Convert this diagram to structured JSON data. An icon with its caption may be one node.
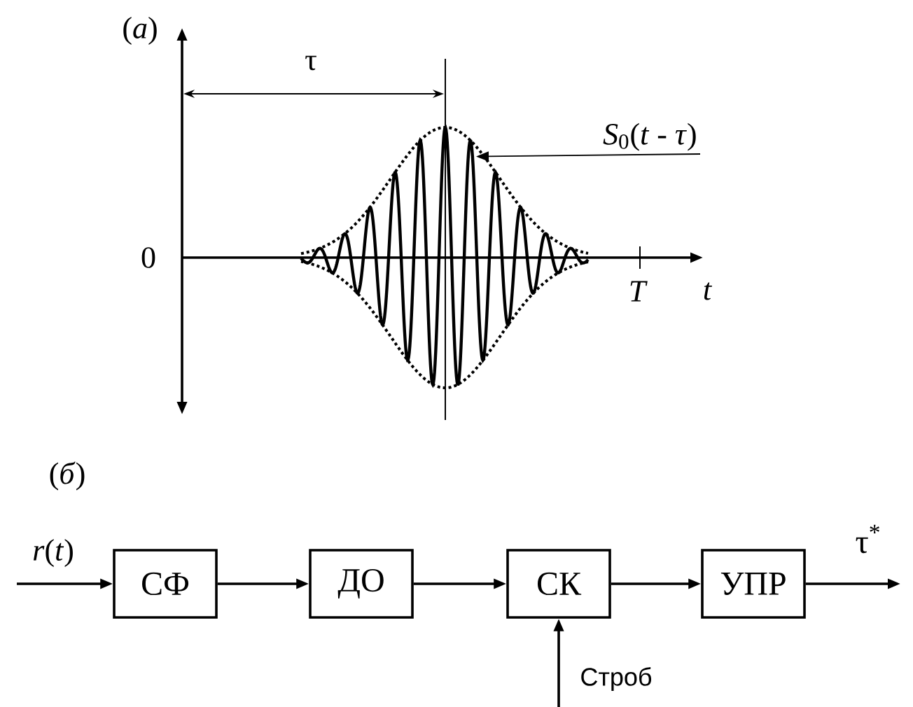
{
  "diagram": {
    "nodes": [
      {
        "text": [
          "СФ"
        ]
      },
      {
        "text": [
          "ДО"
        ]
      },
      {
        "text": [
          "СК"
        ]
      },
      {
        "text": [
          "УПР"
        ]
      },
      {
        "text": [
          "*S*$_{0}$(*t* - *τ*)"
        ]
      },
      {
        "text": [],
        "shape": "picture"
      }
    ],
    "edges": [
      {
        "from": null,
        "to": 0,
        "arrow": "to",
        "label": "*r*(*t*)"
      },
      {
        "from": 0,
        "to": 1,
        "arrow": "to"
      },
      {
        "from": 1,
        "to": 2,
        "arrow": "to"
      },
      {
        "from": 2,
        "to": 3,
        "arrow": "to"
      },
      {
        "from": 3,
        "to": null,
        "arrow": "to",
        "label": "τ$^{*}$"
      },
      {
        "from": null,
        "to": 2,
        "arrow": "to",
        "label": "Строб"
      },
      {
        "from": 4,
        "to": 5,
        "arrow": "to"
      }
    ],
    "labels": [
      "(*a*)",
      "τ",
      "0",
      "T",
      "t",
      "(*б*)"
    ]
  }
}
